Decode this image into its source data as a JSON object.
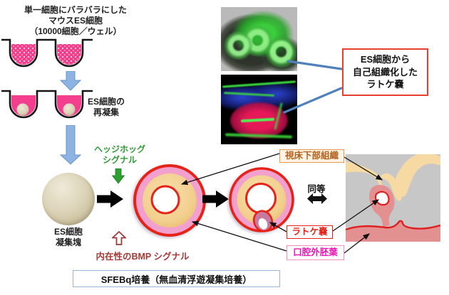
{
  "flow": {
    "step1_caption": "単一細胞にバラバラにした\nマウスES細胞\n（10000細胞／ウェル）",
    "step2_caption": "ES細胞の\n再凝集",
    "aggregate_caption": "ES細胞\n凝集塊",
    "hedgehog_signal": "ヘッジホッグ\nシグナル",
    "bmp_signal": "内在性のBMP シグナル",
    "culture_method": "SFEBq培養（無血清浮遊凝集培養）"
  },
  "callout": {
    "text": "ES細胞から\n自己組織化した\nラトケ嚢"
  },
  "comparison": {
    "equivalence": "同等",
    "labels": {
      "hypothalamus": "視床下部組織",
      "rathke_pouch": "ラトケ嚢",
      "oral_ectoderm": "口腔外胚葉"
    }
  },
  "colors": {
    "well_liquid_pink": "#f43f8f",
    "arrow_blue": "#8db3e2",
    "hedgehog_green": "#2f9e31",
    "bmp_maroon": "#a63a36",
    "ring_outer_red": "#e62319",
    "ring_pink_band": "#f2a0cd",
    "ring_tan": "#f3cf8e",
    "aggregate_beige": "#d9d1b5",
    "hypothalamus_label": "#b4601a",
    "rathke_label": "#e62319",
    "oral_ectoderm_label": "#f014b4",
    "anatomy_gray": "#c7c7c7",
    "anatomy_wheat": "#f7d9a4",
    "anatomy_salmon": "#e29090",
    "callout_border_red": "#e8402f",
    "culture_box_border": "#9ab5d9",
    "connector_blue": "#4f81bd"
  }
}
